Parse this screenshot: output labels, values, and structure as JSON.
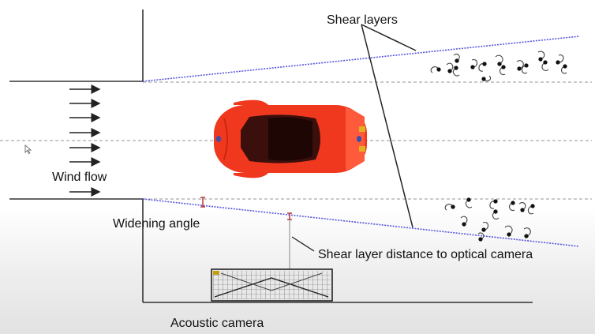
{
  "labels": {
    "shear_layers": "Shear layers",
    "wind_flow": "Wind flow",
    "widening_angle": "Widening angle",
    "shear_layer_distance": "Shear layer distance to optical camera",
    "acoustic_camera": "Acoustic camera"
  },
  "colors": {
    "car_body": "#f0381f",
    "car_window": "#3a0f0c",
    "shear_line": "#5555dd",
    "structure": "#333333",
    "dashed": "#aaaaaa"
  },
  "icons": {
    "flow_arrows": "right-arrow",
    "car": "car-top-view",
    "vortices": "swirl",
    "camera": "acoustic-camera-array",
    "cursor": "mouse-cursor"
  }
}
